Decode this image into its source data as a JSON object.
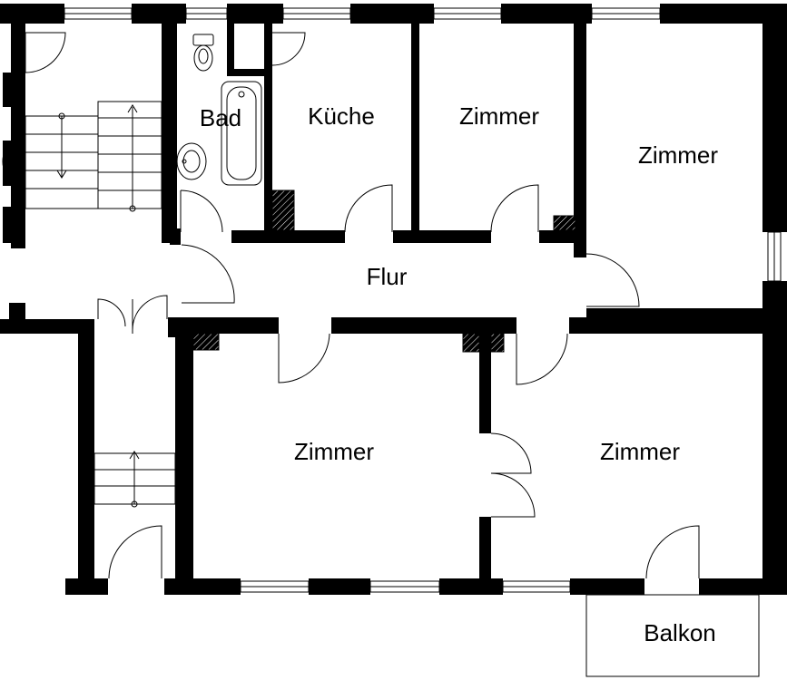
{
  "rooms": {
    "bad": "Bad",
    "kueche": "Küche",
    "zimmer_top_mid": "Zimmer",
    "zimmer_top_right": "Zimmer",
    "flur": "Flur",
    "zimmer_bottom_left": "Zimmer",
    "zimmer_bottom_right": "Zimmer",
    "balkon": "Balkon"
  },
  "colors": {
    "wall": "#000000",
    "background": "#ffffff"
  }
}
